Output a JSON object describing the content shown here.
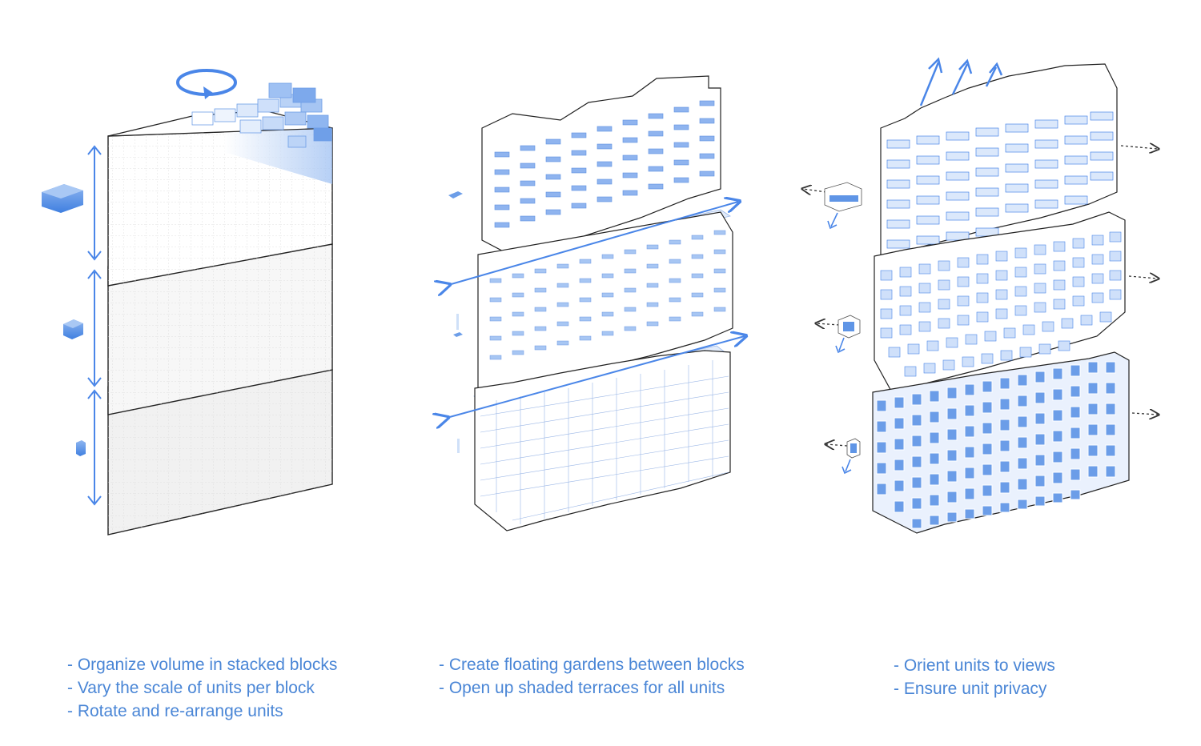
{
  "colors": {
    "accent": "#4a86e8",
    "caption": "#4a86d6",
    "outline": "#222222",
    "grid": "#d6d6d6",
    "face_light": "#ffffff",
    "face_side": "#f4f4f4",
    "arrow_dashed": "#333333"
  },
  "icons": [
    "rotate-arrow-icon",
    "dimension-arrow-icon",
    "unit-cube-icon",
    "orientation-arrow-icon",
    "view-arrow-icon"
  ],
  "panels": [
    {
      "id": "stacked-blocks",
      "captions": [
        "- Organize volume in stacked blocks",
        "- Vary the scale of units per block",
        "- Rotate and re-arrange units"
      ]
    },
    {
      "id": "floating-gardens",
      "captions": [
        "- Create floating gardens between blocks",
        "- Open up shaded terraces for all units"
      ]
    },
    {
      "id": "oriented-units",
      "captions": [
        "- Orient units to views",
        "- Ensure unit privacy"
      ]
    }
  ]
}
